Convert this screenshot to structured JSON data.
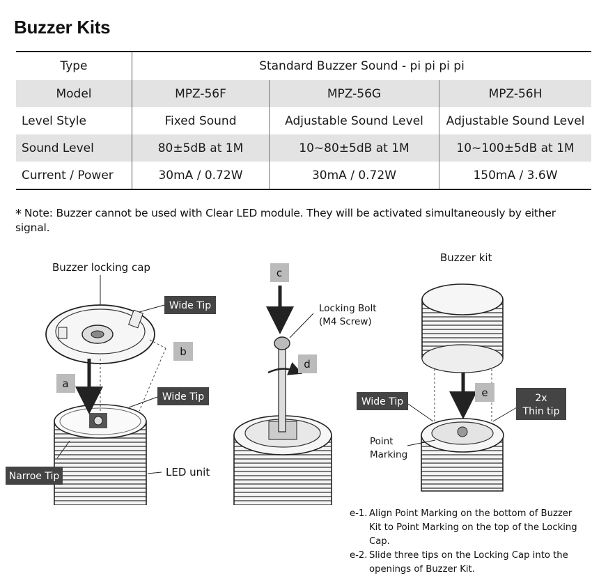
{
  "page_title": "Buzzer Kits",
  "spec_table": {
    "type_label": "Type",
    "type_value": "Standard Buzzer Sound - pi pi pi pi",
    "rows": [
      {
        "label": "Model",
        "values": [
          "MPZ-56F",
          "MPZ-56G",
          "MPZ-56H"
        ]
      },
      {
        "label": "Level Style",
        "values": [
          "Fixed Sound",
          "Adjustable Sound Level",
          "Adjustable Sound Level"
        ]
      },
      {
        "label": "Sound Level",
        "values": [
          "80±5dB at 1M",
          "10~80±5dB at 1M",
          "10~100±5dB at 1M"
        ]
      },
      {
        "label": "Current /  Power",
        "values": [
          "30mA / 0.72W",
          "30mA / 0.72W",
          "150mA / 3.6W"
        ]
      }
    ]
  },
  "note": {
    "mark": "*",
    "text": "Note: Buzzer cannot be used with Clear LED module. They will be activated simultaneously by either signal."
  },
  "figure_left": {
    "cap_label": "Buzzer locking cap",
    "wide_tip_1": "Wide Tip",
    "wide_tip_2": "Wide Tip",
    "narrow_tip": "Narroe Tip",
    "led_unit": "LED unit",
    "step_a": "a",
    "step_b": "b"
  },
  "figure_middle": {
    "step_c": "c",
    "step_d": "d",
    "bolt_label_1": "Locking Bolt",
    "bolt_label_2": "(M4 Screw)"
  },
  "figure_right": {
    "kit_label": "Buzzer kit",
    "wide_tip": "Wide Tip",
    "thin_tip_1": "2x",
    "thin_tip_2": "Thin tip",
    "point_1": "Point",
    "point_2": "Marking",
    "step_e": "e"
  },
  "steps": [
    {
      "key": "e-1.",
      "text": "Align Point Marking on the bottom of Buzzer Kit to Point Marking on the top of the Locking Cap."
    },
    {
      "key": "e-2.",
      "text": "Slide three tips on the Locking Cap into the openings of Buzzer Kit."
    }
  ]
}
